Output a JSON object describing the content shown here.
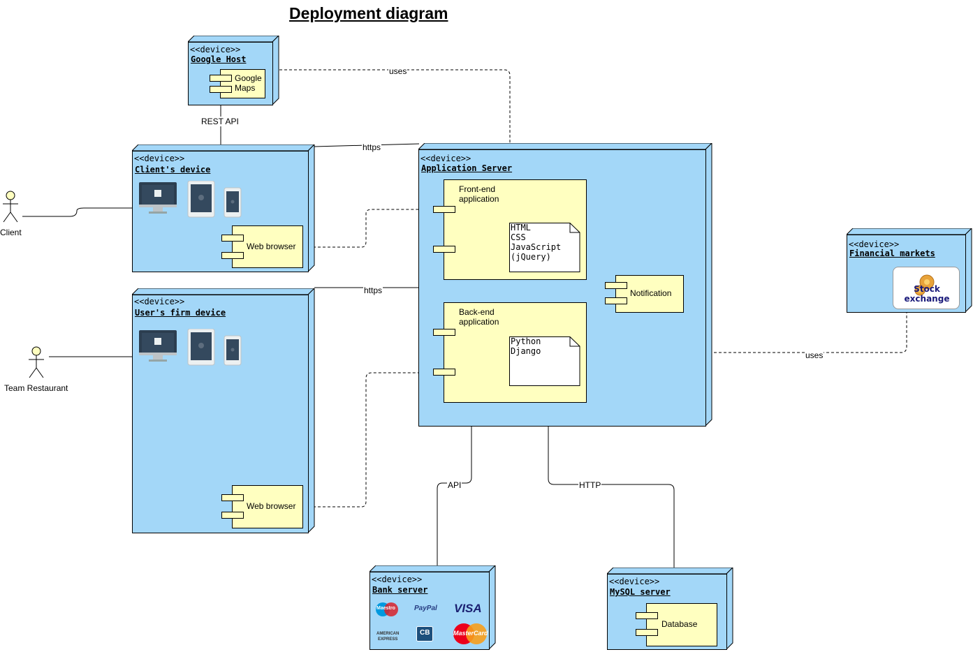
{
  "title": "Deployment diagram",
  "stereotype": "<<device>>",
  "nodes": {
    "google_host": {
      "name": "Google Host",
      "component": "Google\nMaps"
    },
    "clients_device": {
      "name": "Client's device",
      "component": "Web browser"
    },
    "users_firm_device": {
      "name": "User's firm device",
      "component": "Web browser"
    },
    "application_server": {
      "name": "Application Server",
      "frontend": "Front-end\napplication",
      "frontend_note": "HTML\nCSS\nJavaScript\n(jQuery)",
      "backend": "Back-end\napplication",
      "backend_note": "Python\nDjango",
      "notification": "Notification"
    },
    "financial_markets": {
      "name": "Financial markets",
      "component": "Stock\nexchange"
    },
    "bank_server": {
      "name": "Bank server",
      "logos": [
        "Maestro",
        "PayPal",
        "VISA",
        "AMERICAN\nEXPRESS",
        "CB",
        "MasterCard"
      ]
    },
    "mysql_server": {
      "name": "MySQL server",
      "component": "Database"
    }
  },
  "actors": {
    "client": "Client",
    "team": "Team Restaurant"
  },
  "edges": {
    "uses_google": "uses",
    "rest_api": "REST API",
    "https_client": "https",
    "https_firm": "https",
    "uses_markets": "uses",
    "api": "API",
    "http": "HTTP"
  },
  "colors": {
    "node": "#a3d7f8",
    "component": "#ffffc0",
    "note": "#ffffff"
  },
  "icons": [
    "desktop-icon",
    "tablet-icon",
    "phone-icon",
    "actor-icon",
    "gear-icon"
  ]
}
